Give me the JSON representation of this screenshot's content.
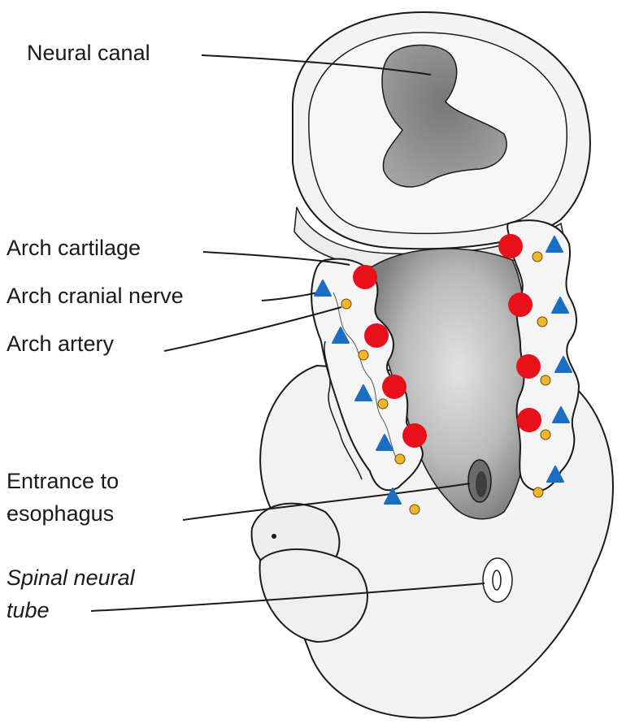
{
  "labels": {
    "neural_canal": "Neural canal",
    "arch_cartilage": "Arch cartilage",
    "arch_cranial_nerve": "Arch cranial nerve",
    "arch_artery": "Arch artery",
    "entrance_line1": "Entrance to",
    "entrance_line2": "esophagus",
    "spinal_line1": "Spinal neural",
    "spinal_line2": "tube"
  },
  "marker_colors": {
    "red_circle": "#e8101b",
    "blue_triangle": "#1a6fc4",
    "yellow_dot": "#f2b52a"
  }
}
